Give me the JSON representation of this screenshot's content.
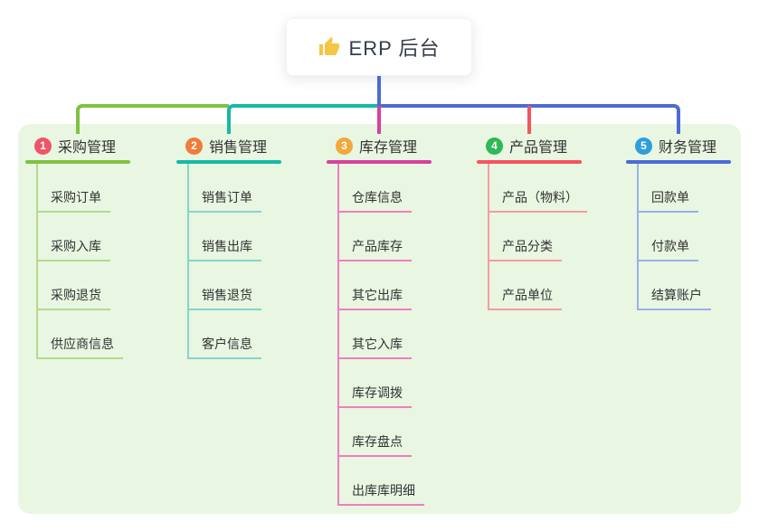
{
  "root": {
    "label": "ERP 后台",
    "icon": "thumbs-up-icon",
    "icon_color": "#f6c544"
  },
  "canvas": {
    "panel_bg": "#e8f6e2",
    "background": "#ffffff"
  },
  "branches": [
    {
      "index": "1",
      "title": "采购管理",
      "badge_color": "#ee5566",
      "line_color": "#7fc241",
      "light_color": "#b3da8e",
      "children": [
        "采购订单",
        "采购入库",
        "采购退货",
        "供应商信息"
      ]
    },
    {
      "index": "2",
      "title": "销售管理",
      "badge_color": "#ef7d3b",
      "line_color": "#17b9a7",
      "light_color": "#85d6ca",
      "children": [
        "销售订单",
        "销售出库",
        "销售退货",
        "客户信息"
      ]
    },
    {
      "index": "3",
      "title": "库存管理",
      "badge_color": "#f2a93b",
      "line_color": "#d6419e",
      "light_color": "#ee7fbe",
      "children": [
        "仓库信息",
        "产品库存",
        "其它出库",
        "其它入库",
        "库存调拨",
        "库存盘点",
        "出库库明细"
      ]
    },
    {
      "index": "4",
      "title": "产品管理",
      "badge_color": "#2eb857",
      "line_color": "#f4545e",
      "light_color": "#f79ba0",
      "children": [
        "产品（物料）",
        "产品分类",
        "产品单位"
      ]
    },
    {
      "index": "5",
      "title": "财务管理",
      "badge_color": "#2d9fdb",
      "line_color": "#4c6bd6",
      "light_color": "#9cb0e8",
      "children": [
        "回款单",
        "付款单",
        "结算账户"
      ]
    }
  ]
}
